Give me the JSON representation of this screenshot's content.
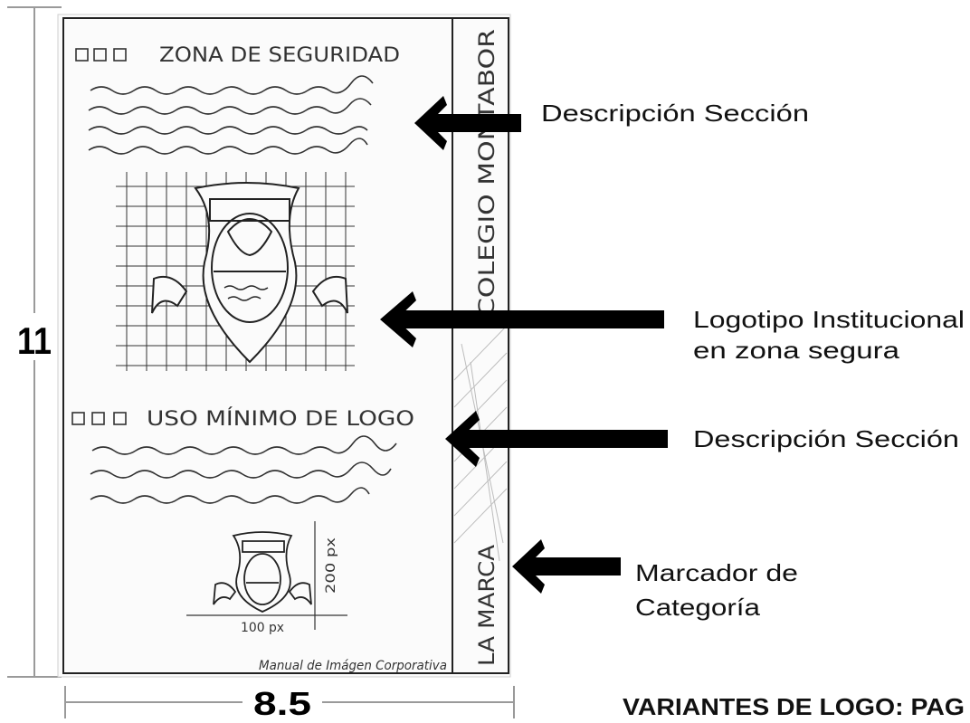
{
  "sketch": {
    "section1_heading": "ZONA DE SEGURIDAD",
    "section2_heading": "USO MÍNIMO DE LOGO",
    "sidebar_top": "COLEGIO  MONTABOR",
    "sidebar_bottom": "LA MARCA",
    "footer_note": "Manual de Imágen Corporativa",
    "dim_height_px": "200 px",
    "dim_width_px": "100 px"
  },
  "annotations": {
    "desc_section_1": "Descripción Sección",
    "logo_line1": "Logotipo Institucional",
    "logo_line2": "en zona segura",
    "desc_section_2": "Descripción Sección",
    "marker_line1": "Marcador de",
    "marker_line2": "Categoría"
  },
  "dimensions": {
    "height_label": "11",
    "width_label": "8.5"
  },
  "bottom_title": "VARIANTES DE LOGO: PAG"
}
